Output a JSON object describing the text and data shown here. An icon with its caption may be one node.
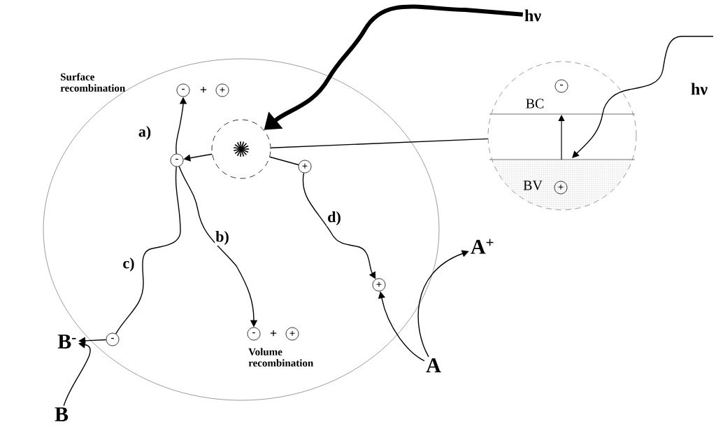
{
  "diagram": {
    "nodes": [
      {
        "text": [],
        "shape": "circle"
      },
      {
        "text": [],
        "shape": "star",
        "in": 0
      },
      {
        "text": [
          "-"
        ],
        "in": 0
      },
      {
        "text": [
          "+"
        ],
        "in": 0
      },
      {
        "text": [
          "-"
        ],
        "in": 0
      },
      {
        "text": [
          "+"
        ],
        "in": 0
      },
      {
        "text": [
          "-"
        ],
        "in": 0
      },
      {
        "text": [
          "+"
        ],
        "in": 0
      },
      {
        "text": [
          "-"
        ],
        "in": 0
      },
      {
        "text": [
          "+"
        ],
        "in": 0
      },
      {
        "text": [
          "B$^{-}$"
        ]
      },
      {
        "text": [
          "B"
        ]
      },
      {
        "text": [
          "A$^{+}$"
        ]
      },
      {
        "text": [
          "A"
        ]
      },
      {
        "text": [
          "hν"
        ]
      },
      {
        "text": [
          "hν"
        ]
      },
      {
        "text": [],
        "shape": "circle"
      },
      {
        "text": [
          "-"
        ],
        "in": 16
      },
      {
        "text": [
          "+"
        ],
        "in": 16
      }
    ],
    "edges": [
      {
        "from": 2,
        "to": 4,
        "arrow": "to",
        "label": "a)"
      },
      {
        "from": 1,
        "to": 2,
        "arrow": "to"
      },
      {
        "from": 2,
        "to": 6,
        "arrow": "to",
        "label": "b)"
      },
      {
        "from": 2,
        "to": 8,
        "arrow": "none",
        "label": "c)"
      },
      {
        "from": 8,
        "to": 10,
        "arrow": "to"
      },
      {
        "from": 11,
        "to": 10,
        "arrow": "to"
      },
      {
        "from": 3,
        "to": 9,
        "arrow": "to",
        "label": "d)"
      },
      {
        "from": 13,
        "to": 12,
        "arrow": "to"
      },
      {
        "from": 13,
        "to": 9,
        "arrow": "to"
      },
      {
        "from": 14,
        "to": 1,
        "arrow": "to",
        "style": "thick"
      },
      {
        "from": null,
        "to": 16,
        "arrow": "to"
      },
      {
        "from": 1,
        "to": 16,
        "arrow": "none"
      },
      {
        "from": 1,
        "to": 3,
        "arrow": "none"
      }
    ],
    "labels": [
      "Surface recombination",
      "+",
      "+",
      "Volume recombination",
      "BC",
      "BV"
    ]
  }
}
